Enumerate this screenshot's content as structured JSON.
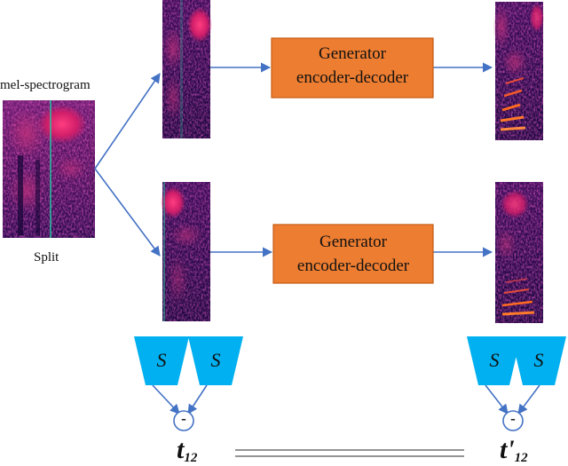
{
  "labels": {
    "input": "mel-spectrogram",
    "split": "Split",
    "generator_line1": "Generator",
    "generator_line2": "encoder-decoder",
    "speaker_block": "S",
    "minus": "-",
    "t_base": "t",
    "t_sub": "12",
    "t_prime_base": "t'",
    "t_prime_sub": "12"
  },
  "colors": {
    "arrow": "#4472c4",
    "generator_fill": "#ed7d31",
    "generator_stroke": "#c55a11",
    "speaker_fill": "#00b0f0",
    "split_line": "#22c6a0",
    "spectrogram_base": "#2a0a4e",
    "equal_lines": "#555555"
  }
}
